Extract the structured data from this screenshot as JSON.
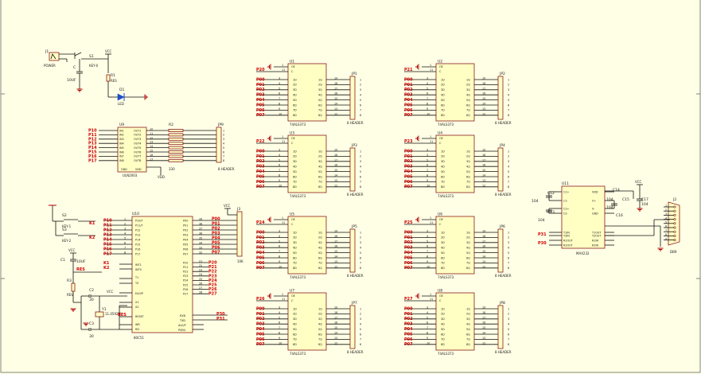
{
  "power": {
    "jack_ref": "J1",
    "jack_label": "POWER",
    "switch_ref": "S1",
    "switch_label": "KEY-0",
    "vcc": "VCC",
    "cap_ref": "C",
    "cap_value": "10UF",
    "res_ref": "R1",
    "res_value": "RES",
    "led_ref": "D1",
    "led_label": "LED"
  },
  "uln": {
    "ref": "U9",
    "part": "ULN2003",
    "in_nets": [
      "P10",
      "P11",
      "P12",
      "P13",
      "P14",
      "P15",
      "P16",
      "P17"
    ],
    "in_pins": [
      "IN1",
      "IN2",
      "IN3",
      "IN4",
      "IN5",
      "IN6",
      "IN7",
      "IN8"
    ],
    "out_pins": [
      "OUT1",
      "OUT2",
      "OUT3",
      "OUT4",
      "OUT5",
      "OUT6",
      "OUT7",
      "OUT8"
    ],
    "gnd_label": "GND",
    "vdd_label": "VDD",
    "vdd_net": "VDD",
    "res_ref": "R2",
    "res_value": "330",
    "header_ref": "JP9",
    "header_label": "8 HEADER"
  },
  "mcu": {
    "ref": "U10",
    "part": "80C51",
    "left_labels": [
      "P10/T",
      "P11/T",
      "P12",
      "P13",
      "P14",
      "P15",
      "P16",
      "P17"
    ],
    "left_nets": [
      "P10",
      "P11",
      "P12",
      "P13",
      "P14",
      "P15",
      "P16",
      "P17"
    ],
    "right_labels": [
      "P00",
      "P01",
      "P02",
      "P03",
      "P04",
      "P05",
      "P06",
      "P07"
    ],
    "right_nets": [
      "P00",
      "P01",
      "P02",
      "P03",
      "P04",
      "P05",
      "P06",
      "P07"
    ],
    "right2_labels": [
      "P20",
      "P21",
      "P22",
      "P23",
      "P24",
      "P25",
      "P26",
      "P27"
    ],
    "right2_nets": [
      "P20",
      "P21",
      "P22",
      "P23",
      "P24",
      "P25",
      "P26",
      "P27"
    ],
    "int_labels": [
      "INT1",
      "INT0"
    ],
    "t_labels": [
      "T1",
      "T0"
    ],
    "ea_label": "EA/VP",
    "x_labels": [
      "X1",
      "X2"
    ],
    "reset_label": "RESET",
    "ctrl_labels": [
      "RXD",
      "TXD",
      "ALE/P",
      "PSEN"
    ],
    "ctrl_nets": [
      "P30",
      "P31"
    ],
    "wr_rd": [
      "WR",
      "RD"
    ],
    "k_nets": [
      "K1",
      "K2"
    ],
    "vcc": "VCC",
    "rst_net": "RES",
    "crystal_ref": "Y1",
    "crystal_value": "11.0592M",
    "caps": [
      "C2",
      "C3"
    ],
    "cap_value": "30",
    "c1": "C1",
    "c1_value": "10UF",
    "r_label": "R3",
    "r_value": "RES",
    "rpack_ref": "J3",
    "rpack_label": "10K"
  },
  "keys": {
    "k1_ref": "S2",
    "k1_label": "KEY-1",
    "k1_net": "K1",
    "k2_ref": "S3",
    "k2_label": "KEY-2",
    "k2_net": "K2"
  },
  "latch": {
    "part": "74ALS373",
    "header_label": "8 HEADER",
    "d_pins": [
      "1D",
      "2D",
      "3D",
      "4D",
      "5D",
      "6D",
      "7D",
      "8D"
    ],
    "q_pins": [
      "1Q",
      "2Q",
      "3Q",
      "4Q",
      "5Q",
      "6Q",
      "7Q",
      "8Q"
    ],
    "data_nets": [
      "P00",
      "P01",
      "P02",
      "P03",
      "P04",
      "P05",
      "P06",
      "P07"
    ],
    "oe_label": "OE",
    "c_label": "C",
    "units": [
      {
        "ref": "U1",
        "jp": "JP1",
        "enable": "P20"
      },
      {
        "ref": "U2",
        "jp": "JP2",
        "enable": "P21"
      },
      {
        "ref": "U3",
        "jp": "JP3",
        "enable": "P22"
      },
      {
        "ref": "U4",
        "jp": "JP4",
        "enable": "P23"
      },
      {
        "ref": "U5",
        "jp": "JP5",
        "enable": "P24"
      },
      {
        "ref": "U6",
        "jp": "JP6",
        "enable": "P25"
      },
      {
        "ref": "U7",
        "jp": "JP7",
        "enable": "P26"
      },
      {
        "ref": "U8",
        "jp": "JP8",
        "enable": "P27"
      }
    ]
  },
  "rs232": {
    "ref": "U11",
    "part": "MAX232",
    "left_labels": [
      "C1+",
      "C1-",
      "C2+",
      "C2-",
      "T1IN",
      "T2IN",
      "R1OUT",
      "R2OUT"
    ],
    "right_labels": [
      "VDD",
      "V+",
      "V-",
      "GND",
      "T1OUT",
      "T2OUT",
      "R1IN",
      "R2IN"
    ],
    "caps": [
      "C12",
      "C13",
      "C14",
      "C15",
      "C16",
      "C17"
    ],
    "cap_value": "104",
    "nets": [
      "P31",
      "P30"
    ],
    "vcc": "VCC",
    "connector_ref": "J2",
    "connector_label": "DB9"
  }
}
